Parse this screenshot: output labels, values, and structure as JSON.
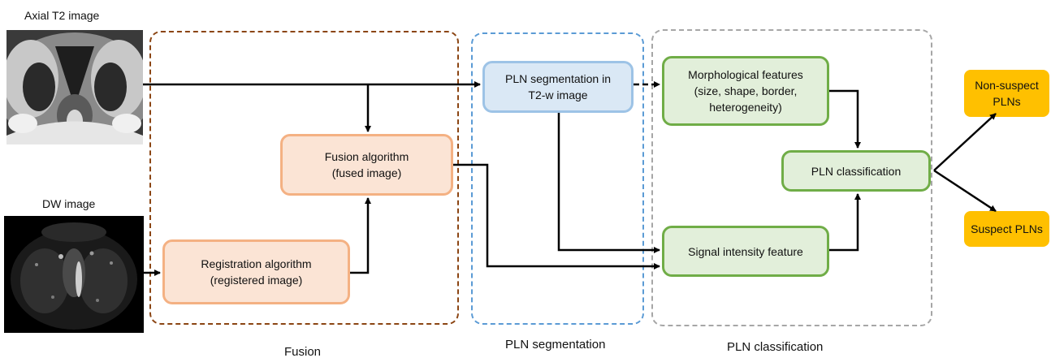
{
  "inputs": {
    "t2_label": "Axial T2 image",
    "dw_label": "DW image"
  },
  "stages": {
    "fusion_label": "Fusion",
    "segmentation_label": "PLN segmentation",
    "classification_label": "PLN classification"
  },
  "nodes": {
    "registration": "Registration algorithm\n(registered image)",
    "fusion": "Fusion algorithm\n(fused image)",
    "segmentation": "PLN segmentation in\nT2-w image",
    "morphological": "Morphological features\n(size, shape, border,\nheterogeneity)",
    "signal": "Signal intensity feature",
    "classification": "PLN classification",
    "non_suspect": "Non-suspect\nPLNs",
    "suspect": "Suspect PLNs"
  },
  "colors": {
    "fusion_region_border": "#8b4513",
    "segmentation_region_border": "#5b9bd5",
    "classification_region_border": "#a6a6a6",
    "orange_fill": "#fbe4d5",
    "blue_fill": "#dae8f5",
    "green_fill": "#e2efda",
    "output_fill": "#ffc000"
  }
}
